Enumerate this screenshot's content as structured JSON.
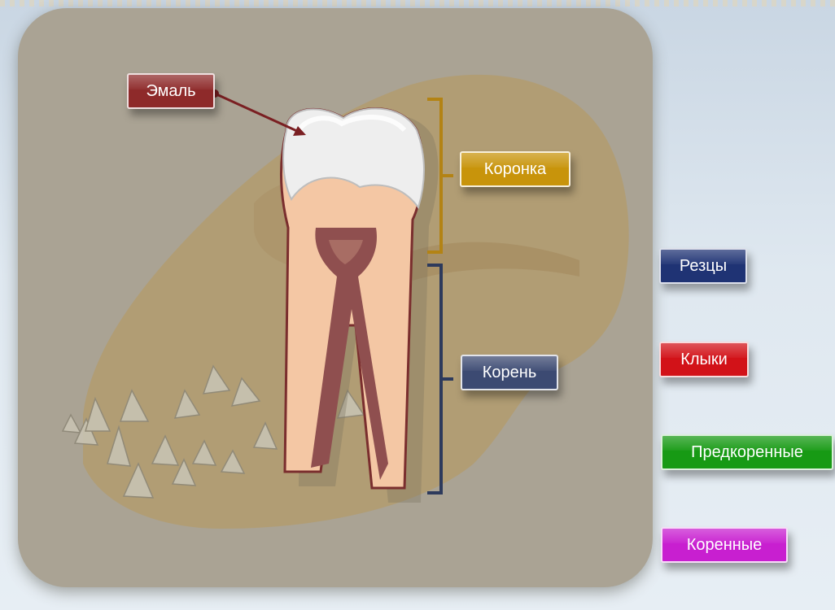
{
  "labels": {
    "enamel": "Эмаль",
    "crown": "Коронка",
    "root": "Корень",
    "incisors": "Резцы",
    "canines": "Клыки",
    "premolars": "Предкоренные",
    "molars": "Коренные"
  },
  "colors": {
    "enamel": "#8e2a2a",
    "crown": "#c8940b",
    "root": "#3c4a72",
    "incisors": "#1f3374",
    "canines": "#d21218",
    "premolars": "#179a14",
    "molars": "#c81fd0",
    "panel": "#aaa394",
    "skull": "#b39c6e"
  }
}
